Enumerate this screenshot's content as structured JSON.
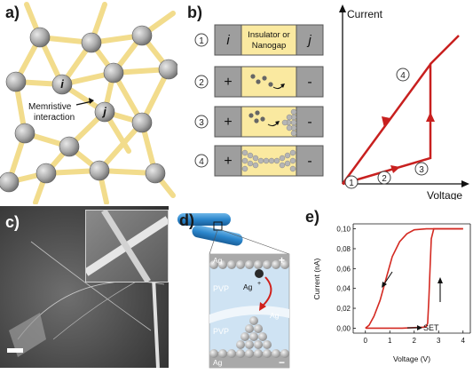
{
  "panels": {
    "a": {
      "label": "a)",
      "node_i": "i",
      "node_j": "j",
      "interaction_text": [
        "Memristive",
        "interaction"
      ]
    },
    "b": {
      "label": "b)",
      "rows": [
        {
          "step": "1",
          "left": "i",
          "right": "j",
          "center": [
            "Insulator or",
            "Nanogap"
          ]
        },
        {
          "step": "2",
          "left": "+",
          "right": "-"
        },
        {
          "step": "3",
          "left": "+",
          "right": "-"
        },
        {
          "step": "4",
          "left": "+",
          "right": "-"
        }
      ],
      "iv_plot": {
        "ylabel": "Current",
        "xlabel": "Voltage",
        "markers": [
          "1",
          "2",
          "3",
          "4"
        ]
      }
    },
    "c": {
      "label": "c)"
    },
    "d": {
      "label": "d)",
      "layers": [
        "Ag",
        "PVP",
        "PVP",
        "Ag"
      ],
      "ag_right": "Ag",
      "ion": "Ag",
      "ion_sup": "+",
      "plus": "+",
      "minus": "−"
    },
    "e": {
      "label": "e)",
      "annotation": "SET"
    }
  },
  "chart_data": {
    "type": "line",
    "title": "",
    "xlabel": "Voltage (V)",
    "ylabel": "Current (nA)",
    "xlim": [
      -0.5,
      4.3
    ],
    "ylim": [
      -0.005,
      0.105
    ],
    "xticks": [
      "0",
      "1",
      "2",
      "3",
      "4"
    ],
    "yticks": [
      "0,00",
      "0,02",
      "0,04",
      "0,06",
      "0,08",
      "0,10"
    ],
    "series": [
      {
        "x": [
          0,
          1.5,
          2.4,
          2.5,
          2.55,
          2.6,
          2.65,
          2.7,
          2.8,
          3.1,
          4.0
        ],
        "y": [
          0,
          0,
          0.001,
          0.002,
          0.005,
          0.03,
          0.06,
          0.09,
          0.1,
          0.1,
          0.1
        ]
      },
      {
        "x": [
          4.0,
          2.5,
          2.0,
          1.7,
          1.4,
          1.1,
          0.85,
          0.6,
          0.35,
          0.15,
          0
        ],
        "y": [
          0.1,
          0.1,
          0.099,
          0.095,
          0.087,
          0.072,
          0.05,
          0.028,
          0.012,
          0.003,
          0
        ]
      }
    ],
    "grid": false,
    "legend": "none"
  }
}
